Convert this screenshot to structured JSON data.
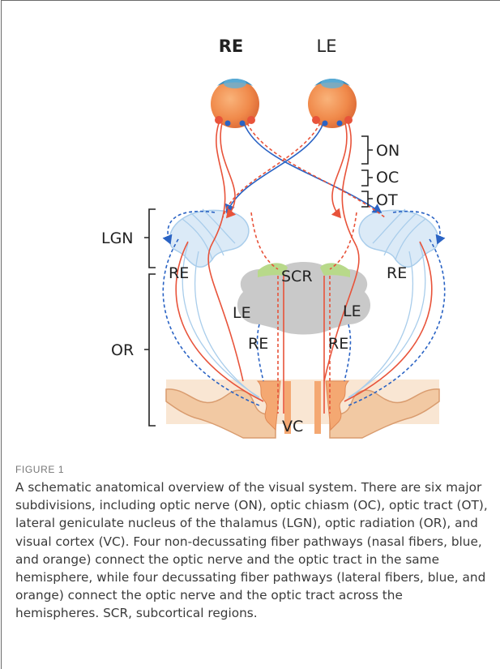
{
  "figure": {
    "labels": {
      "re_top": "RE",
      "le_top": "LE",
      "on": "ON",
      "oc": "OC",
      "ot": "OT",
      "lgn": "LGN",
      "re_left": "RE",
      "re_right": "RE",
      "scr": "SCR",
      "le_scr_left": "LE",
      "le_scr_right": "LE",
      "re_scr_left": "RE",
      "re_scr_right": "RE",
      "or": "OR",
      "vc": "VC"
    },
    "colors": {
      "orange_fiber": "#e8533a",
      "blue_fiber": "#2a63c4",
      "light_blue": "#a9cdeb",
      "gray_scr": "#c9c9c9",
      "green_scr": "#b8d98a",
      "cortex": "#f2c9a3"
    }
  },
  "caption": {
    "label": "FIGURE 1",
    "text": "A schematic anatomical overview of the visual system. There are six major subdivisions, including optic nerve (ON), optic chiasm (OC), optic tract (OT), lateral geniculate nucleus of the thalamus (LGN), optic radiation (OR), and visual cortex (VC). Four non-decussating fiber pathways (nasal fibers, blue, and orange) connect the optic nerve and the optic tract in the same hemisphere, while four decussating fiber pathways (lateral fibers, blue, and orange) connect the optic nerve and the optic tract across the hemispheres. SCR, subcortical regions."
  }
}
